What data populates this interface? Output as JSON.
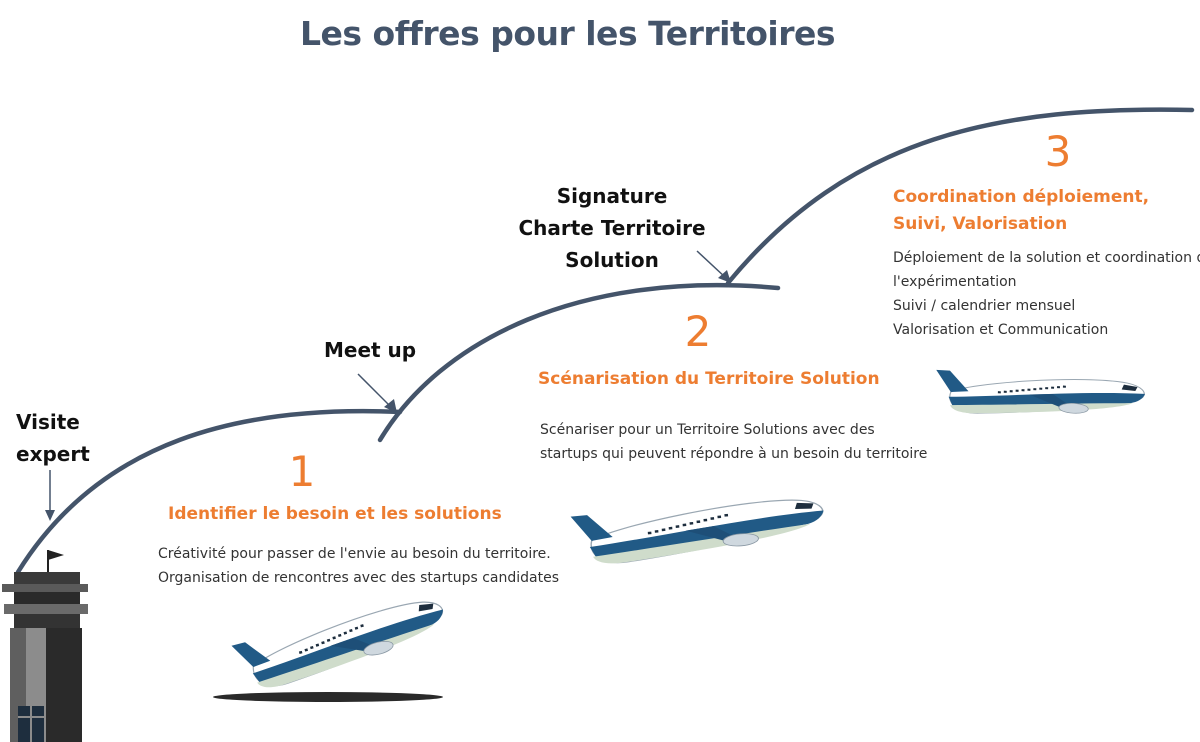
{
  "title": "Les offres pour les Territoires",
  "milestones": {
    "visite": [
      "Visite",
      "expert"
    ],
    "meetup": "Meet up",
    "signature": [
      "Signature",
      "Charte Territoire Solution"
    ]
  },
  "steps": [
    {
      "number": "1",
      "heading": [
        "Identifier le besoin et les solutions"
      ],
      "lines": [
        "Créativité pour passer de l'envie au besoin du territoire.",
        "Organisation de rencontres avec des startups candidates"
      ]
    },
    {
      "number": "2",
      "heading": [
        "Scénarisation du Territoire Solution"
      ],
      "lines": [
        "Scénariser pour un Territoire Solutions avec des",
        "startups qui peuvent répondre à un besoin du territoire"
      ]
    },
    {
      "number": "3",
      "heading": [
        "Coordination déploiement,",
        "Suivi, Valorisation"
      ],
      "lines": [
        "Déploiement de la solution et coordination de",
        "l'expérimentation",
        "Suivi / calendrier mensuel",
        "Valorisation et Communication"
      ]
    }
  ],
  "colors": {
    "curve": "#44546a",
    "accent": "#ed7d31",
    "plane_blue": "#215a86",
    "tower": "#2b2b2b"
  }
}
